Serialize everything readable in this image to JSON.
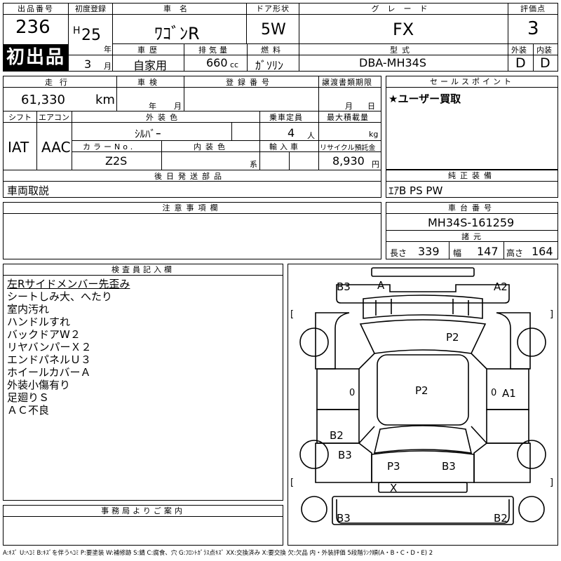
{
  "header": {
    "lot_label": "出品番号",
    "lot_no": "236",
    "first_sale": "初出品",
    "reg_label": "初度登録",
    "era": "H",
    "year": "25",
    "year_unit": "年",
    "month": "3",
    "month_unit": "月",
    "name_label": "車名",
    "car_name": "ﾜｺﾞﾝR",
    "door_label": "ドア形状",
    "door": "5W",
    "grade_label": "グレード",
    "grade": "FX",
    "score_label": "評価点",
    "score": "3",
    "history_label": "車歴",
    "history": "自家用",
    "cc_label": "排気量",
    "cc": "660",
    "cc_unit": "cc",
    "fuel_label": "燃料",
    "fuel": "ｶﾞｿﾘﾝ",
    "model_label": "型式",
    "model": "DBA-MH34S",
    "ext_label": "外装",
    "ext_grade": "D",
    "int_label": "内装",
    "int_grade": "D"
  },
  "row2": {
    "mileage_label": "走行",
    "mileage": "61,330",
    "mileage_unit": "km",
    "inspection_label": "車検",
    "insp_year_unit": "年",
    "insp_month_unit": "月",
    "regno_label": "登録番号",
    "transfer_label": "譲渡書類期限",
    "transfer_month_unit": "月",
    "transfer_day_unit": "日",
    "shift_label": "シフト",
    "ac_label": "エアコン",
    "shift": "IAT",
    "ac": "AAC",
    "color_label": "外装色",
    "color": "ｼﾙﾊﾞｰ",
    "seats_label": "乗車定員",
    "seats": "4",
    "seats_unit": "人",
    "load_label": "最大積載量",
    "load_unit": "kg",
    "colorno_label": "カラーNo.",
    "colorno": "Z2S",
    "intcolor_label": "内装色",
    "intcolor_unit": "系",
    "import_label": "輸入車",
    "recycle_label": "リサイクル預託金",
    "recycle": "8,930",
    "recycle_unit": "円",
    "later_label": "後日発送部品",
    "later": "車両取説"
  },
  "sales": {
    "label": "セールスポイント",
    "text": "★ユーザー買取"
  },
  "equipment": {
    "label": "純正装備",
    "text": "ｴｱB PS PW"
  },
  "notes": {
    "label": "注意事項欄"
  },
  "chassis": {
    "label": "車台番号",
    "number": "MH34S-161259",
    "dims_label": "諸元",
    "len_label": "長さ",
    "len": "339",
    "wid_label": "幅",
    "wid": "147",
    "hgt_label": "高さ",
    "hgt": "164"
  },
  "inspector": {
    "label": "検査員記入欄",
    "lines": [
      "左Rサイドメンバー先歪み",
      "シートしみ大、へたり",
      "室内汚れ",
      "ハンドルすれ",
      "バックドアW２",
      "リヤバンパーＸ２",
      "エンドパネルＵ３",
      "ホイールカバーＡ",
      "外装小傷有り",
      "足廻りＳ",
      "ＡＣ不良"
    ]
  },
  "office": {
    "label": "事務局よりご案内"
  },
  "diagram": {
    "marks": {
      "b3_tl": "B3",
      "a_top": "A",
      "a2_tr": "A2",
      "p2_upper": "P2",
      "p2_center": "P2",
      "a1_right": "A1",
      "b2_left": "B2",
      "b3_left": "B3",
      "p3_rear": "P3",
      "b3_rear": "B3",
      "x_rear": "X",
      "b3_bl": "B3",
      "b2_br": "B2"
    },
    "bracket_left": "[",
    "bracket_right": "]",
    "zero": "0"
  },
  "footer": {
    "legend": "A:ｷｽﾞ U:ﾍｺﾐ B:ｷｽﾞを伴うﾍｺﾐ P:要塗装 W:補修跡 S:錆 C:腐食、穴 G:ﾌﾛﾝﾄｶﾞﾗｽ点ｷｽﾞ XX:交換済み X:要交換 欠:欠品 内・外装評価 5段階ﾗﾝｸ順(A・B・C・D・E) 2"
  }
}
